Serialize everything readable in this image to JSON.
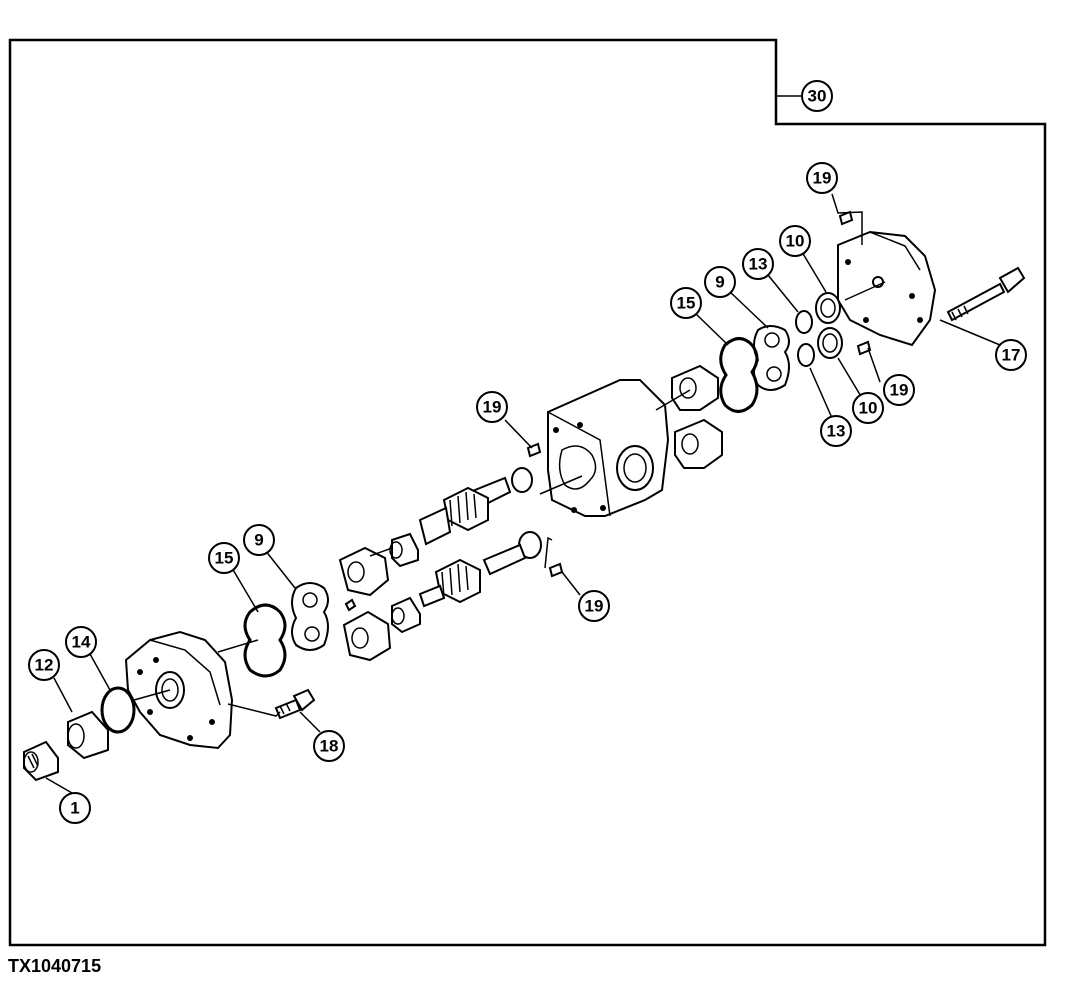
{
  "figure_id": "TX1040715",
  "callouts": [
    "30",
    "19",
    "10",
    "13",
    "9",
    "15",
    "17",
    "19",
    "10",
    "13",
    "19",
    "19",
    "9",
    "15",
    "14",
    "12",
    "18",
    "1"
  ]
}
